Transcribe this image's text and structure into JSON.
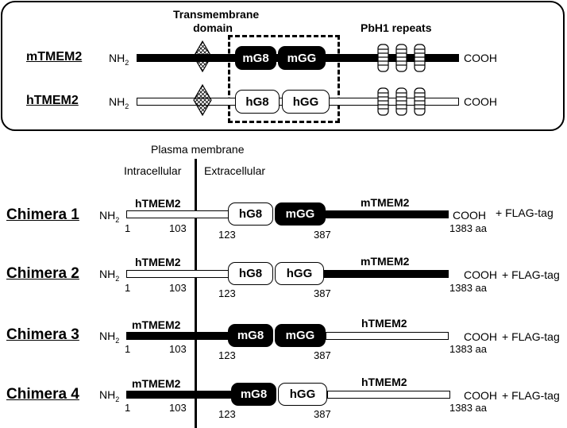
{
  "top_panel": {
    "transmembrane_label_1": "Transmembrane",
    "transmembrane_label_2": "domain",
    "pbh1_label": "PbH1 repeats",
    "rows": [
      {
        "name": "mTMEM2",
        "nterm": "NH2",
        "cterm": "COOH",
        "d1": "mG8",
        "d2": "mGG",
        "style": "black"
      },
      {
        "name": "hTMEM2",
        "nterm": "NH2",
        "cterm": "COOH",
        "d1": "hG8",
        "d2": "hGG",
        "style": "white"
      }
    ]
  },
  "membrane": {
    "plasma_membrane": "Plasma membrane",
    "intracellular": "Intracellular",
    "extracellular": "Extracellular"
  },
  "chimeras": [
    {
      "name": "Chimera 1",
      "left_label": "hTMEM2",
      "right_label": "mTMEM2",
      "d1": "hG8",
      "d2": "mGG",
      "pos_start": "1",
      "pos_tm": "103",
      "pos_d1": "123",
      "pos_d2": "387",
      "pos_end": "1383 aa",
      "nterm": "NH2",
      "cterm": "COOH",
      "tag": "+ FLAG-tag"
    },
    {
      "name": "Chimera 2",
      "left_label": "hTMEM2",
      "right_label": "mTMEM2",
      "d1": "hG8",
      "d2": "hGG",
      "pos_start": "1",
      "pos_tm": "103",
      "pos_d1": "123",
      "pos_d2": "387",
      "pos_end": "1383 aa",
      "nterm": "NH2",
      "cterm": "COOH",
      "tag": "+ FLAG-tag"
    },
    {
      "name": "Chimera 3",
      "left_label": "mTMEM2",
      "right_label": "hTMEM2",
      "d1": "mG8",
      "d2": "mGG",
      "pos_start": "1",
      "pos_tm": "103",
      "pos_d1": "123",
      "pos_d2": "387",
      "pos_end": "1383 aa",
      "nterm": "NH2",
      "cterm": "COOH",
      "tag": "+ FLAG-tag"
    },
    {
      "name": "Chimera 4",
      "left_label": "mTMEM2",
      "right_label": "hTMEM2",
      "d1": "mG8",
      "d2": "hGG",
      "pos_start": "1",
      "pos_tm": "103",
      "pos_d1": "123",
      "pos_d2": "387",
      "pos_end": "1383 aa",
      "nterm": "NH2",
      "cterm": "COOH",
      "tag": "+ FLAG-tag"
    }
  ]
}
